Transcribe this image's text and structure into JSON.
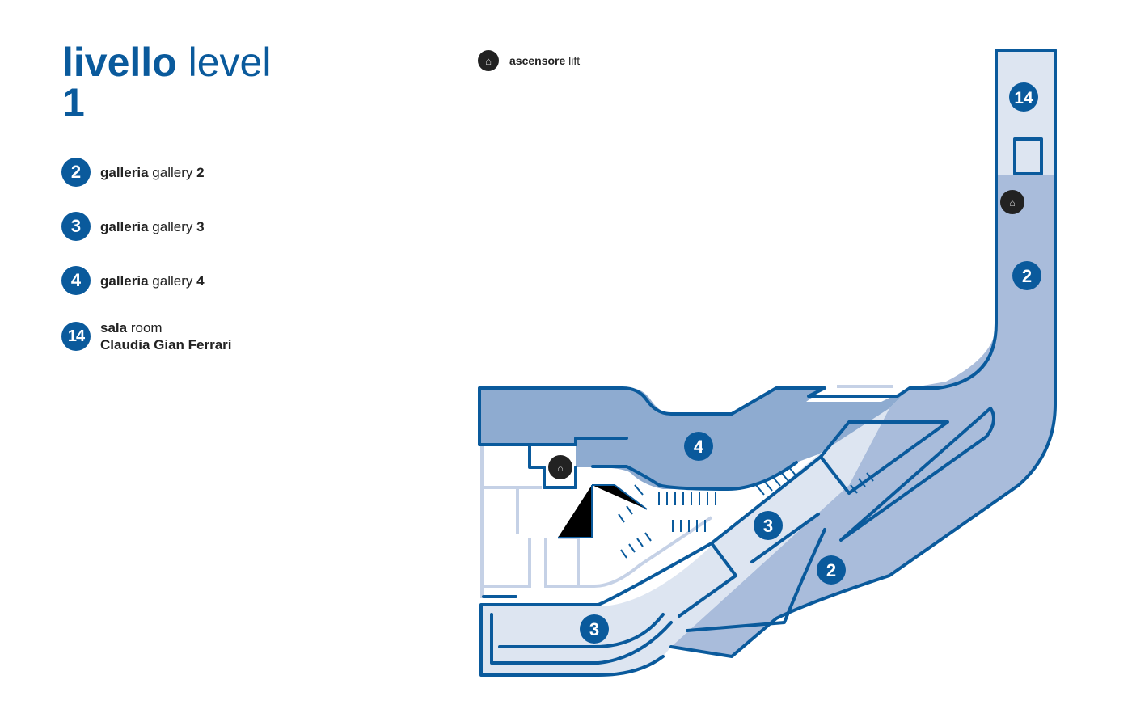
{
  "title": {
    "it": "livello",
    "en": "level",
    "number": "1"
  },
  "legend": [
    {
      "badge": "2",
      "it": "galleria",
      "en": "gallery",
      "num": "2"
    },
    {
      "badge": "3",
      "it": "galleria",
      "en": "gallery",
      "num": "3"
    },
    {
      "badge": "4",
      "it": "galleria",
      "en": "gallery",
      "num": "4"
    },
    {
      "badge": "14",
      "it": "sala",
      "en": "room",
      "name": "Claudia Gian Ferrari"
    }
  ],
  "lift": {
    "it": "ascensore",
    "en": "lift",
    "icon": "lift-icon"
  },
  "map_labels": {
    "g14": "14",
    "g2a": "2",
    "g2b": "2",
    "g3a": "3",
    "g3b": "3",
    "g4": "4"
  },
  "colors": {
    "primary": "#0a5a9c",
    "gallery4": "#8eabd0",
    "gallery2": "#a9bcdb",
    "gallery3": "#dde5f1",
    "walls_light": "#c5d1e6"
  }
}
